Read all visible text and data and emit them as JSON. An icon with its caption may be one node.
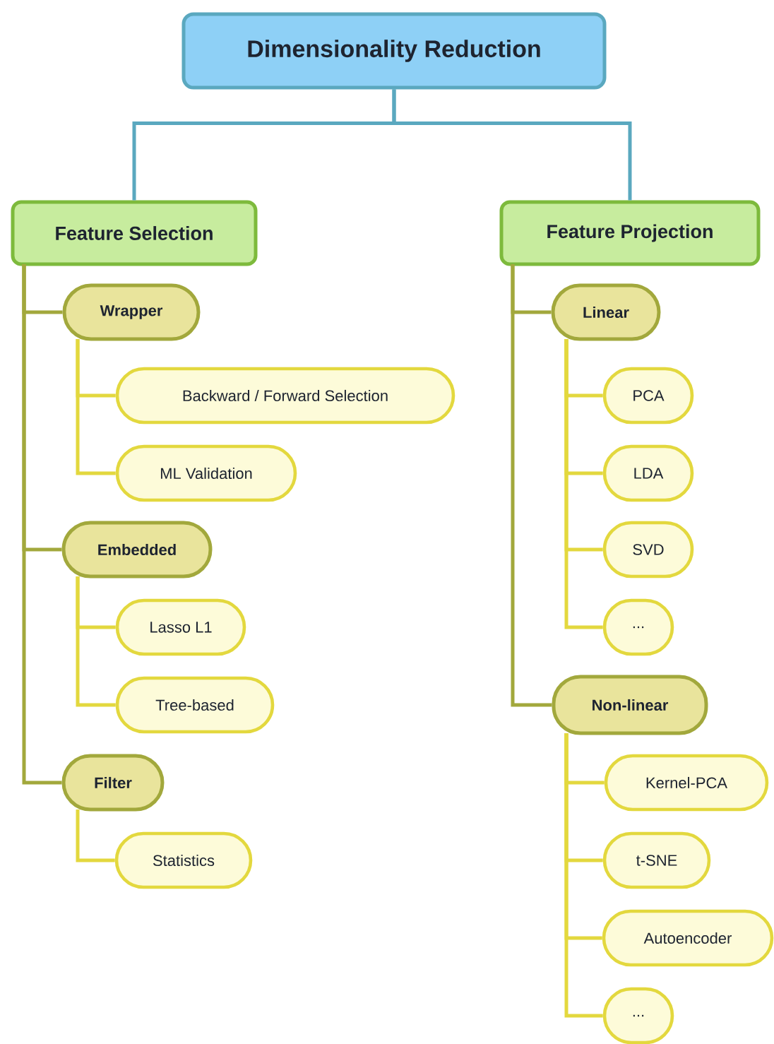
{
  "diagram": {
    "nodes": [
      {
        "text": [
          "Dimensionality Reduction"
        ]
      },
      {
        "text": [
          "Feature Selection"
        ]
      },
      {
        "text": [
          "Wrapper"
        ]
      },
      {
        "text": [
          "Backward / Forward Selection"
        ]
      },
      {
        "text": [
          "ML Validation"
        ]
      },
      {
        "text": [
          "Embedded"
        ]
      },
      {
        "text": [
          "Lasso L1"
        ]
      },
      {
        "text": [
          "Tree-based"
        ]
      },
      {
        "text": [
          "Filter"
        ]
      },
      {
        "text": [
          "Statistics"
        ]
      },
      {
        "text": [
          "Feature Projection"
        ]
      },
      {
        "text": [
          "Linear"
        ]
      },
      {
        "text": [
          "PCA"
        ]
      },
      {
        "text": [
          "LDA"
        ]
      },
      {
        "text": [
          "SVD"
        ]
      },
      {
        "text": [
          "..."
        ]
      },
      {
        "text": [
          "Non-linear"
        ]
      },
      {
        "text": [
          "Kernel-PCA"
        ]
      },
      {
        "text": [
          "t-SNE"
        ]
      },
      {
        "text": [
          "Autoencoder"
        ]
      },
      {
        "text": [
          "..."
        ]
      }
    ],
    "edges": [
      {
        "from": 0,
        "to": 1,
        "arrow": "none",
        "color": "#5aa8bf"
      },
      {
        "from": 0,
        "to": 10,
        "arrow": "none",
        "color": "#5aa8bf"
      },
      {
        "from": 1,
        "to": 2,
        "arrow": "none",
        "color": "#a2a83c"
      },
      {
        "from": 1,
        "to": 5,
        "arrow": "none",
        "color": "#a2a83c"
      },
      {
        "from": 1,
        "to": 8,
        "arrow": "none",
        "color": "#a2a83c"
      },
      {
        "from": 2,
        "to": 3,
        "arrow": "none"
      },
      {
        "from": 2,
        "to": 4,
        "arrow": "none"
      },
      {
        "from": 5,
        "to": 6,
        "arrow": "none"
      },
      {
        "from": 5,
        "to": 7,
        "arrow": "none"
      },
      {
        "from": 8,
        "to": 9,
        "arrow": "none"
      },
      {
        "from": 10,
        "to": 11,
        "arrow": "none",
        "color": "#a2a83c"
      },
      {
        "from": 10,
        "to": 16,
        "arrow": "none",
        "color": "#a2a83c"
      },
      {
        "from": 11,
        "to": 12,
        "arrow": "none"
      },
      {
        "from": 11,
        "to": 13,
        "arrow": "none"
      },
      {
        "from": 11,
        "to": 14,
        "arrow": "none"
      },
      {
        "from": 11,
        "to": 15,
        "arrow": "none"
      },
      {
        "from": 16,
        "to": 17,
        "arrow": "none"
      },
      {
        "from": 16,
        "to": 18,
        "arrow": "none"
      },
      {
        "from": 16,
        "to": 19,
        "arrow": "none"
      },
      {
        "from": 16,
        "to": 20,
        "arrow": "none"
      }
    ]
  }
}
